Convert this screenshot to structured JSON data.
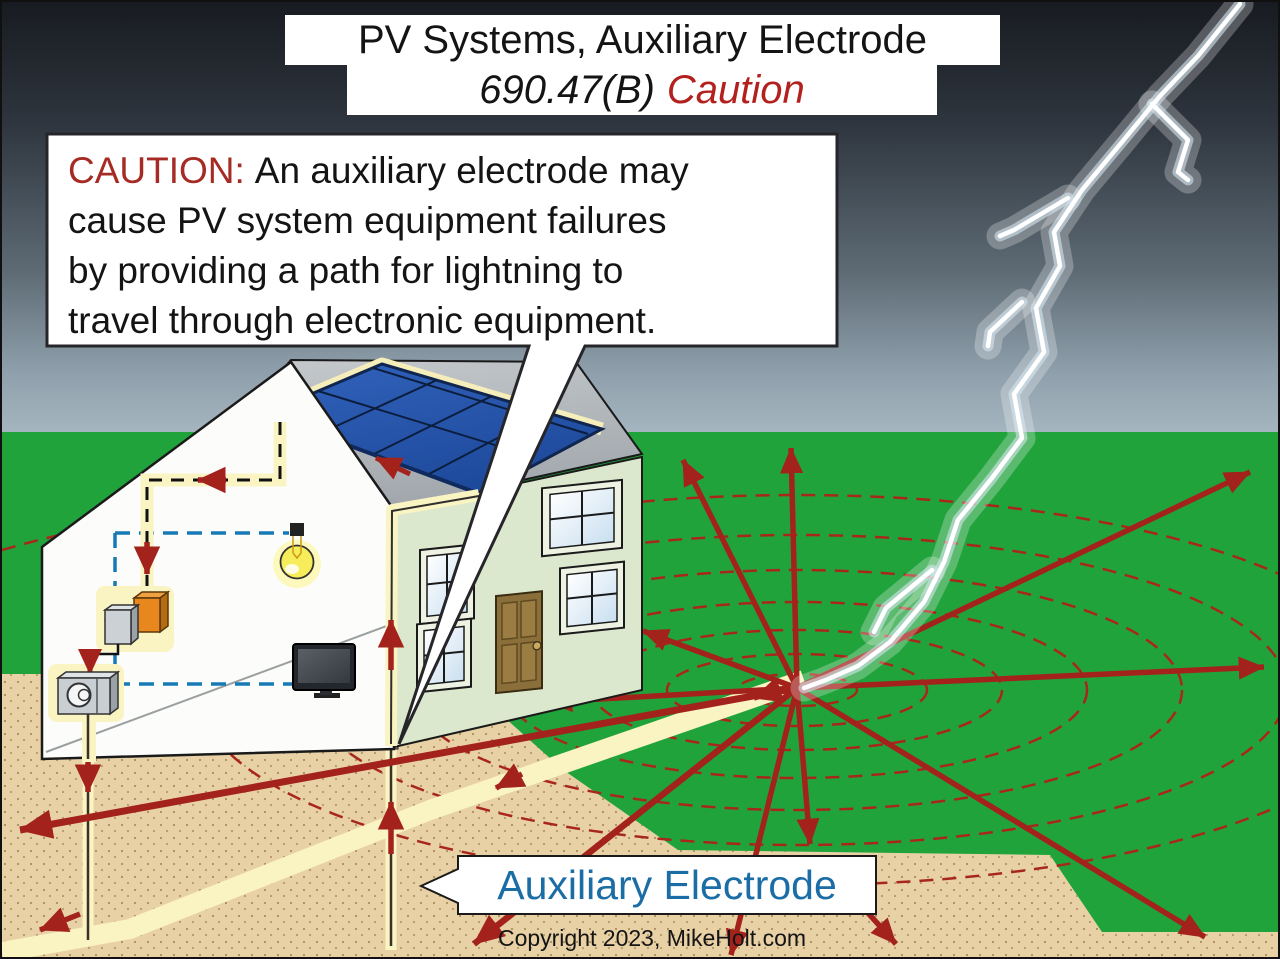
{
  "header": {
    "title_line1": "PV Systems, Auxiliary Electrode",
    "title_code": "690.47(B)",
    "title_caution": "Caution"
  },
  "caution_box": {
    "label": "CAUTION:",
    "lines": [
      "An auxiliary electrode may",
      "cause PV system equipment failures",
      "by providing a path for lightning to",
      "travel through electronic equipment."
    ]
  },
  "diagram": {
    "callout_label": "Auxiliary Electrode",
    "icons": [
      "lightning-bolt-icon",
      "strike-point",
      "equipotential-rings",
      "radial-current-arrows",
      "house",
      "solar-array",
      "inverter",
      "service-panel",
      "utility-meter",
      "light-bulb-icon",
      "tv-icon",
      "branch-circuit-wiring",
      "pv-conductor-path",
      "main-electrode-rod",
      "auxiliary-electrode-rod",
      "soil-cross-section"
    ]
  },
  "footer": {
    "copyright": "Copyright 2023, MikeHolt.com"
  },
  "colors": {
    "sky_top": "#181b21",
    "sky_horizon": "#a6b6c0",
    "grass_green": "#21a33b",
    "soil_tan": "#e9d1a6",
    "current_red": "#a3221c",
    "dash_red": "#a8271d",
    "wire_blue": "#1779b5",
    "conductor_glow": "#faf3c2",
    "pv_panel_blue": "#2b5cb4",
    "label_blue": "#1b6da6",
    "caution_red": "#a62b24",
    "title_caution_red": "#b3211f"
  }
}
